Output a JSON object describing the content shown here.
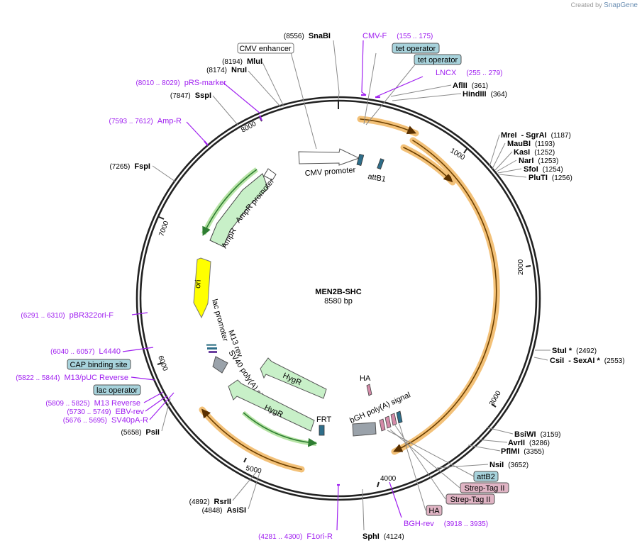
{
  "brand": {
    "prefix": "Created by",
    "name": "SnapGene"
  },
  "plasmid": {
    "name": "MEN2B-SHC",
    "length_label": "8580 bp"
  },
  "ticks": [
    "1000",
    "2000",
    "3000",
    "4000",
    "5000",
    "6000",
    "7000",
    "8000"
  ],
  "features": {
    "cmv_promoter": "CMV promoter",
    "attb1": "attB1",
    "ampr": "AmpR",
    "ampr_promoter": "AmpR promoter",
    "ori": "ori",
    "lac_promoter": "lac promoter",
    "m13_rev": "M13 rev",
    "sv40_polya": "SV40 poly(A) signal",
    "hygr_1": "HygR",
    "hygr_2": "HygR",
    "frt": "FRT",
    "ha": "HA",
    "bgh_polya": "bGH poly(A) signal"
  },
  "sites": {
    "snabi": {
      "pos": "(8556)",
      "name": "SnaBI"
    },
    "mlui": {
      "pos": "(8194)",
      "name": "MluI"
    },
    "nrui": {
      "pos": "(8174)",
      "name": "NruI"
    },
    "sspi": {
      "pos": "(7847)",
      "name": "SspI"
    },
    "fspi": {
      "pos": "(7265)",
      "name": "FspI"
    },
    "psii": {
      "pos": "(5658)",
      "name": "PsiI"
    },
    "rsrii": {
      "pos": "(4892)",
      "name": "RsrII"
    },
    "asisi": {
      "pos": "(4848)",
      "name": "AsiSI"
    },
    "sphi": {
      "name": "SphI",
      "pos": "(4124)"
    },
    "aflii": {
      "name": "AflII",
      "pos": "(361)"
    },
    "hindiii": {
      "name": "HindIII",
      "pos": "(364)"
    },
    "mrei": {
      "name": "MreI",
      "dash": "-",
      "name2": "SgrAI",
      "pos": "(1187)"
    },
    "maubi": {
      "name": "MauBI",
      "pos": "(1193)"
    },
    "kasi": {
      "name": "KasI",
      "pos": "(1252)"
    },
    "nari": {
      "name": "NarI",
      "pos": "(1253)"
    },
    "sfoi": {
      "name": "SfoI",
      "pos": "(1254)"
    },
    "pluti": {
      "name": "PluTI",
      "pos": "(1256)"
    },
    "stui": {
      "name": "StuI *",
      "pos": "(2492)"
    },
    "csii": {
      "name": "CsiI",
      "dash": "-",
      "name2": "SexAI *",
      "pos": "(2553)"
    },
    "bsiwi": {
      "name": "BsiWI",
      "pos": "(3159)"
    },
    "avrii": {
      "name": "AvrII",
      "pos": "(3286)"
    },
    "pfimi": {
      "name": "PflMI",
      "pos": "(3355)"
    },
    "nsii": {
      "name": "NsiI",
      "pos": "(3652)"
    }
  },
  "primers": {
    "cmv_f": {
      "name": "CMV-F",
      "pos": "(155 .. 175)"
    },
    "lncx": {
      "name": "LNCX",
      "pos": "(255 .. 279)"
    },
    "prs_marker": {
      "pos": "(8010 .. 8029)",
      "name": "pRS-marker"
    },
    "amp_r": {
      "pos": "(7593 .. 7612)",
      "name": "Amp-R"
    },
    "pbr322ori_f": {
      "pos": "(6291 .. 6310)",
      "name": "pBR322ori-F"
    },
    "l4440": {
      "pos": "(6040 .. 6057)",
      "name": "L4440"
    },
    "m13_puc_reverse": {
      "pos": "(5822 .. 5844)",
      "name": "M13/pUC Reverse"
    },
    "m13_reverse": {
      "pos": "(5809 .. 5825)",
      "name": "M13 Reverse"
    },
    "ebv_rev": {
      "pos": "(5730 .. 5749)",
      "name": "EBV-rev"
    },
    "sv40pa_r": {
      "pos": "(5676 .. 5695)",
      "name": "SV40pA-R"
    },
    "f1ori_r": {
      "pos": "(4281 .. 4300)",
      "name": "F1ori-R"
    },
    "bgh_rev": {
      "name": "BGH-rev",
      "pos": "(3918 .. 3935)"
    }
  },
  "boxes": {
    "cmv_enhancer": "CMV enhancer",
    "tet_operator_1": "tet operator",
    "tet_operator_2": "tet operator",
    "cap_binding_site": "CAP binding site",
    "lac_operator": "lac operator",
    "attb2": "attB2",
    "strep_tag_1": "Strep-Tag II",
    "strep_tag_2": "Strep-Tag II",
    "ha_box": "HA"
  },
  "colors": {
    "primer": "#a020f0",
    "misc_box": "#a8d3dc",
    "tag_box": "#e0b4c4",
    "orf_fill": "#c8f0c8",
    "orf_stroke": "#2e7d32",
    "ori_fill": "#ffff00",
    "orange_line": "#f3c178",
    "ring": "#222222"
  }
}
